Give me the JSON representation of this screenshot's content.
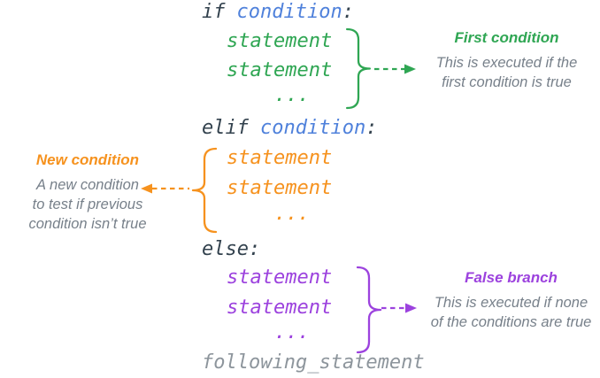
{
  "colors": {
    "code_default": "#33424e",
    "condition_blue": "#4f81db",
    "if_branch_green": "#2fa653",
    "elif_branch_orange": "#f6921e",
    "else_branch_purple": "#9c42de",
    "annotation_gray": "#77808a",
    "following_gray": "#8d959c",
    "background": "#ffffff"
  },
  "code": {
    "if": {
      "keyword": "if",
      "condition": "condition",
      "colon": ":",
      "body": [
        "statement",
        "statement",
        "..."
      ]
    },
    "elif": {
      "keyword": "elif",
      "condition": "condition",
      "colon": ":",
      "body": [
        "statement",
        "statement",
        "..."
      ]
    },
    "else": {
      "keyword": "else",
      "colon": ":",
      "body": [
        "statement",
        "statement",
        "..."
      ]
    },
    "following": "following_statement"
  },
  "annotations": {
    "first_condition": {
      "title": "First condition",
      "body": "This is executed if the\nfirst condition is true",
      "side": "right"
    },
    "new_condition": {
      "title": "New condition",
      "body": "A new condition\nto test if previous\ncondition isn’t true",
      "side": "left"
    },
    "false_branch": {
      "title": "False branch",
      "body": "This is executed if none\nof the conditions are true",
      "side": "right"
    }
  }
}
